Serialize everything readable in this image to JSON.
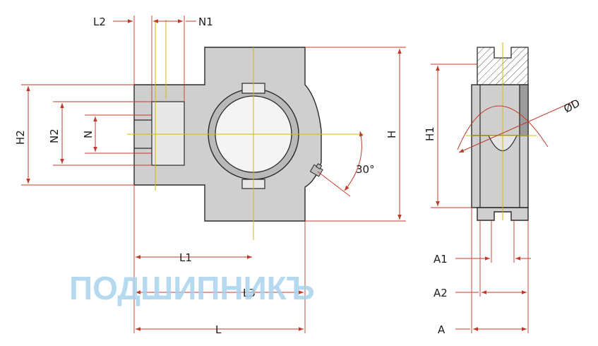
{
  "watermark": {
    "text": "ПОДШИПНИКЪ",
    "color": "#a9d4ee"
  },
  "labels": {
    "L2": "L2",
    "N1": "N1",
    "H2": "H2",
    "N2": "N2",
    "N": "N",
    "H": "H",
    "angle": "30°",
    "L1": "L1",
    "L3": "L3",
    "L": "L",
    "H1": "H1",
    "D": "ØD",
    "A1": "A1",
    "A2": "A2",
    "A": "A"
  },
  "colors": {
    "dimension": "#c0392b",
    "centerline": "#d4b800",
    "outline": "#2a2a2a",
    "body": "#cfcfcf"
  }
}
